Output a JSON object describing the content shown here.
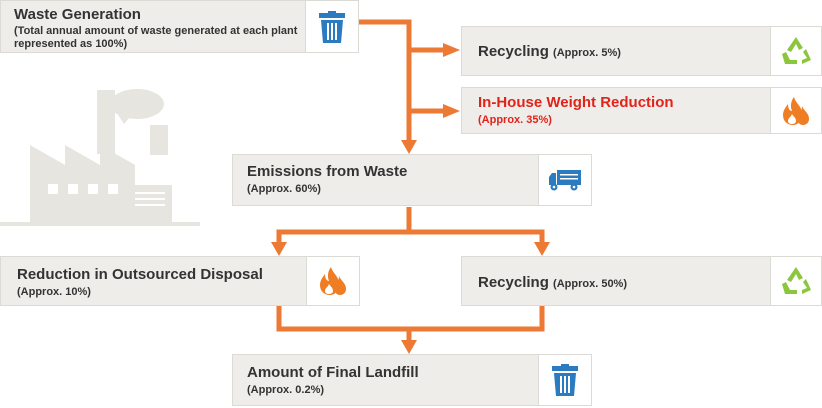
{
  "waste_generation": {
    "title": "Waste Generation",
    "note": "(Total annual amount of waste generated at each plant represented as 100%)",
    "icon": "trash-can-icon"
  },
  "recycling_top": {
    "title": "Recycling",
    "amount": "(Approx. 5%)",
    "icon": "recycle-icon"
  },
  "in_house": {
    "title": "In-House Weight Reduction",
    "amount": "(Approx. 35%)",
    "icon": "flame-icon"
  },
  "emissions": {
    "title": "Emissions from Waste",
    "amount": "(Approx. 60%)",
    "icon": "truck-icon"
  },
  "outsourced": {
    "title": "Reduction in Outsourced Disposal",
    "amount": "(Approx. 10%)",
    "icon": "flame-icon"
  },
  "recycling_bottom": {
    "title": "Recycling",
    "amount": "(Approx. 50%)",
    "icon": "recycle-icon"
  },
  "landfill": {
    "title": "Amount of Final Landfill",
    "amount": "(Approx. 0.2%)",
    "icon": "trash-can-icon"
  },
  "colors": {
    "arrow": "#ec7a34",
    "box_fill": "#eeede9",
    "highlight": "#e2231a",
    "trash_blue": "#2a7bc0",
    "recycle_green": "#8cc63e",
    "flame_orange": "#ef7d23",
    "factory_gray": "#e6e5df"
  }
}
